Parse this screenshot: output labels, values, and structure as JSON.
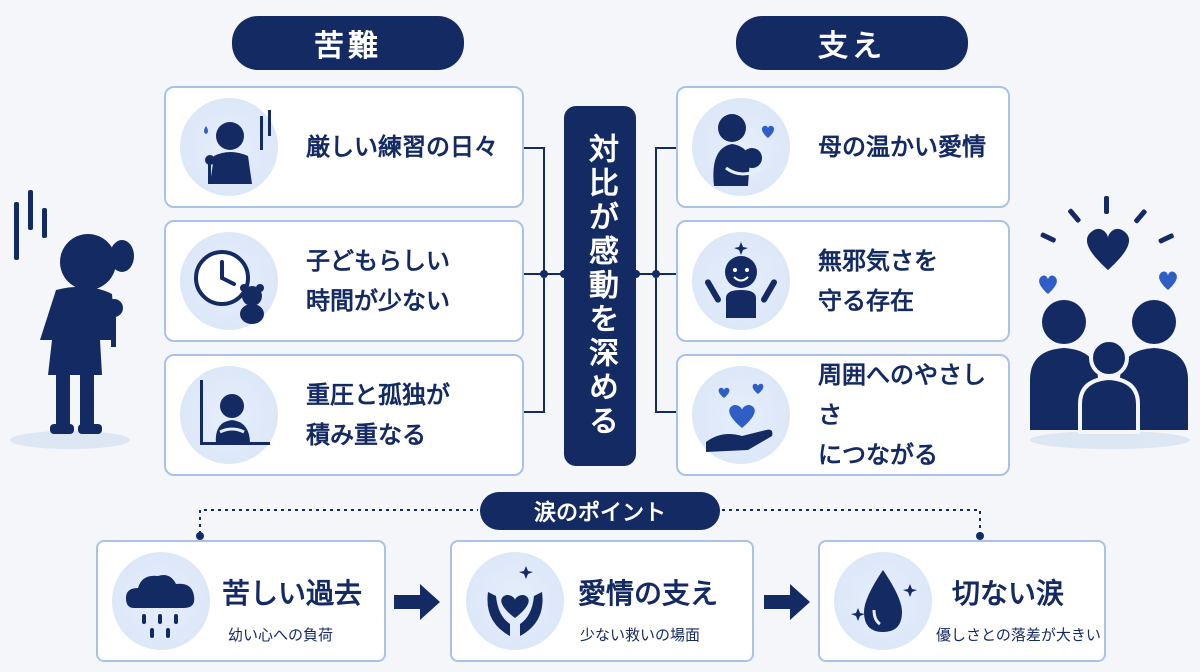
{
  "left_header": "苦難",
  "right_header": "支え",
  "center_label": "対比が感動を深める",
  "hardships": [
    {
      "lines": [
        "厳しい練習の日々"
      ],
      "icon": "child-singing-practice-icon"
    },
    {
      "lines": [
        "子どもらしい",
        "時間が少ない"
      ],
      "icon": "clock-teddy-bear-icon"
    },
    {
      "lines": [
        "重圧と孤独が",
        "積み重なる"
      ],
      "icon": "lonely-child-icon"
    }
  ],
  "supports": [
    {
      "lines": [
        "母の温かい愛情"
      ],
      "icon": "mother-hugging-child-icon"
    },
    {
      "lines": [
        "無邪気さを",
        "守る存在"
      ],
      "icon": "happy-child-icon"
    },
    {
      "lines": [
        "周囲へのやさしさ",
        "につながる"
      ],
      "icon": "hand-with-hearts-icon"
    }
  ],
  "tear_point_label": "涙のポイント",
  "tear_points": [
    {
      "title": "苦しい過去",
      "subtitle": "幼い心への負荷",
      "icon": "rain-cloud-icon"
    },
    {
      "title": "愛情の支え",
      "subtitle": "少ない救いの場面",
      "icon": "hands-heart-icon"
    },
    {
      "title": "切ない涙",
      "subtitle": "優しさとの落差が大きい",
      "icon": "teardrop-icon"
    }
  ],
  "colors": {
    "navy": "#142a63",
    "accent_blue": "#2f5fc4",
    "border": "#a9c3e8"
  }
}
